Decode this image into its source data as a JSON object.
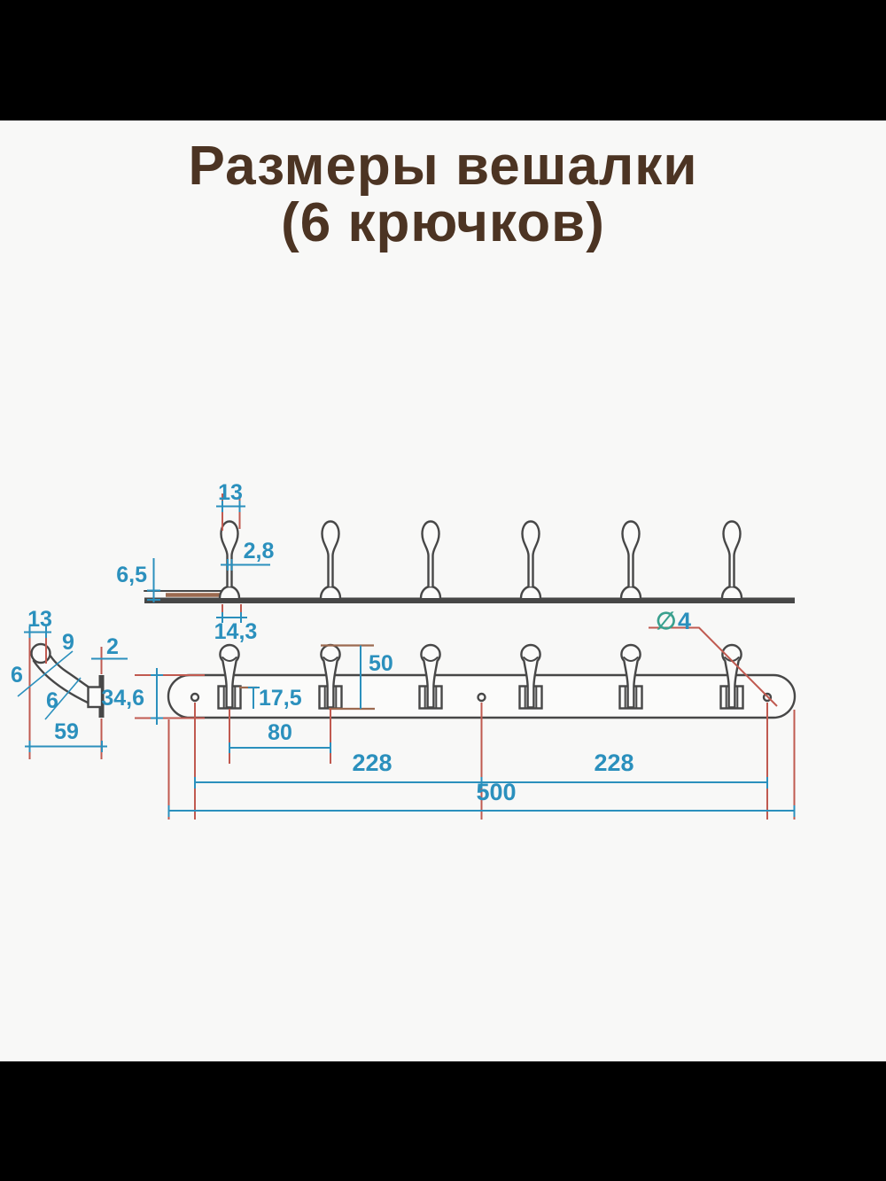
{
  "title": {
    "line1": "Размеры вешалки",
    "line2": "(6 крючков)"
  },
  "drawing": {
    "hook_count": "6",
    "top_view": {
      "head_width": "13",
      "stem_thickness": "2,8",
      "plate_offset": "6,5",
      "base_width": "14,3"
    },
    "side_view": {
      "head_width": "13",
      "neck_diameter": "9",
      "head_diameter": "6",
      "rod_diameter": "6",
      "plate_thickness": "2",
      "hook_depth": "59"
    },
    "front_view": {
      "bar_height": "34,6",
      "hook_height": "50",
      "bracket_height": "17,5",
      "hook_spacing": "80",
      "left_hole_to_center": "228",
      "center_to_right_hole": "228",
      "total_length": "500",
      "hole_diameter_symbol": "∅",
      "hole_diameter_value": "4"
    }
  },
  "colors": {
    "dim": "#2b90bd",
    "ext": "#c05a50",
    "ext2": "#9c6a50",
    "line": "#474747",
    "bg": "#f8f8f7",
    "paper": "#fbfbfa",
    "title": "#4c3423",
    "letterbox": "#000000",
    "diam": "#3aa08e"
  }
}
